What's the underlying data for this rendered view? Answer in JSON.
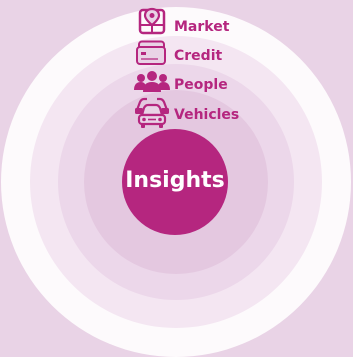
{
  "diagram": {
    "layers": [
      {
        "label": "Market",
        "icon": "map-pin-icon"
      },
      {
        "label": "Credit",
        "icon": "credit-card-icon"
      },
      {
        "label": "People",
        "icon": "people-icon"
      },
      {
        "label": "Vehicles",
        "icon": "cars-icon"
      }
    ],
    "core": {
      "label": "Insights"
    }
  },
  "colors": {
    "background": "#e9d3e6",
    "accent": "#b5267f",
    "ring_outer": "#fdfafc",
    "ring_2": "#f4e6f2",
    "ring_3": "#ecd7ea",
    "ring_4": "#e4c8e0"
  }
}
